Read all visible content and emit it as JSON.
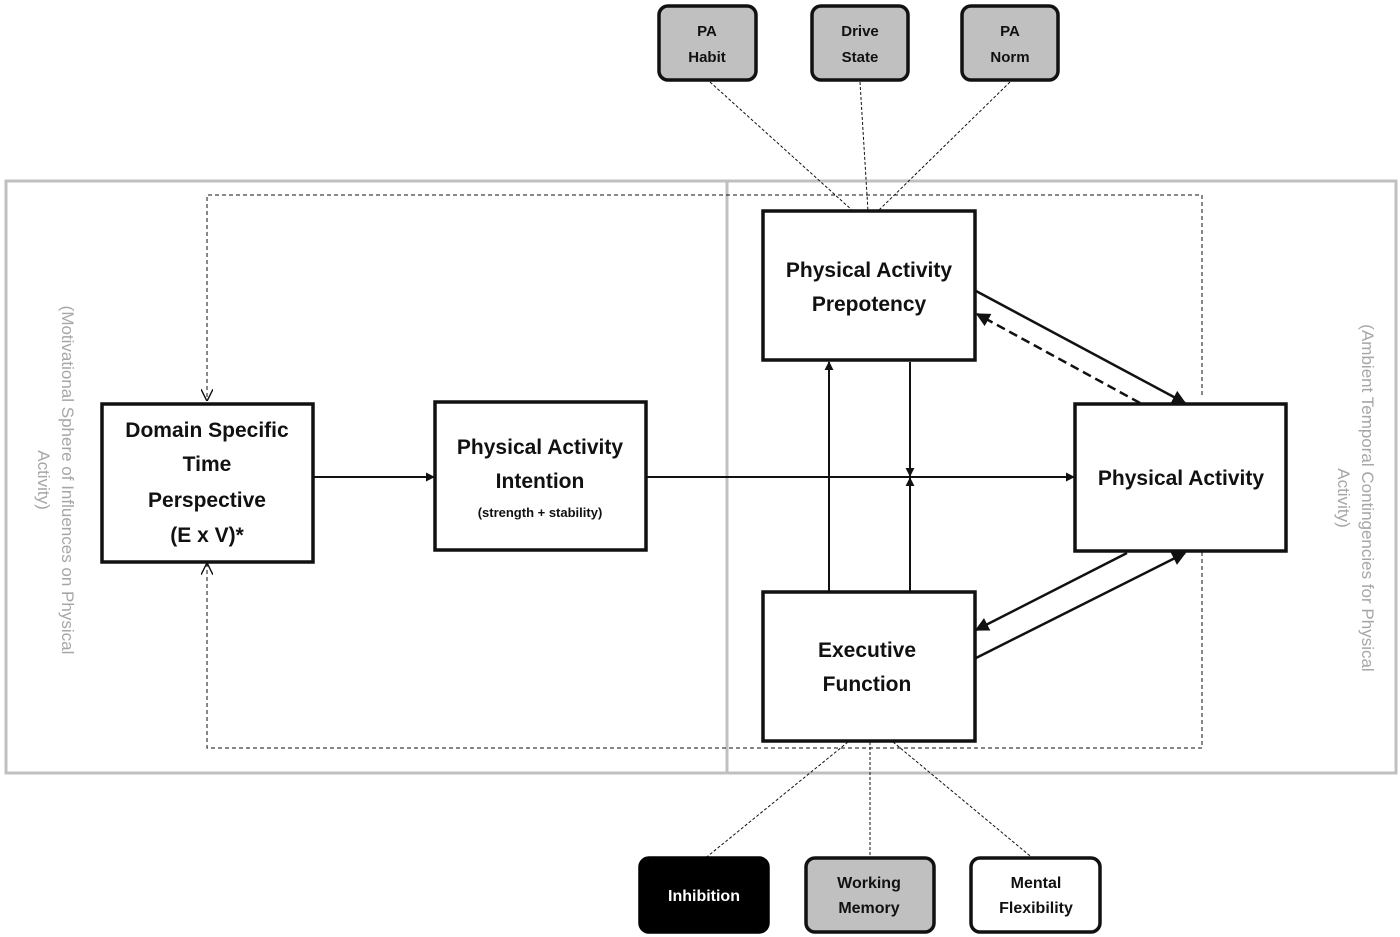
{
  "colors": {
    "ink": "#111111",
    "frame": "#c0c0c0",
    "side_text": "#a6a6a6",
    "grey_fill": "#c0c0c0",
    "black_fill": "#000000",
    "white_fill": "#ffffff"
  },
  "left_sphere_label": [
    "(Motivational Sphere of Influences on Physical",
    "Activity)"
  ],
  "right_sphere_label": [
    "(Ambient Temporal Contingencies for Physical",
    "Activity)"
  ],
  "boxes": {
    "time_perspective": {
      "lines": [
        "Domain Specific",
        "Time",
        "Perspective",
        "(E x V)*"
      ]
    },
    "intention": {
      "lines": [
        "Physical Activity",
        "Intention"
      ],
      "sub": "(strength + stability)"
    },
    "prepotency": {
      "lines": [
        "Physical Activity",
        "Prepotency"
      ]
    },
    "physical_activity": {
      "lines": [
        "Physical Activity"
      ]
    },
    "executive_function": {
      "lines": [
        "Executive",
        "Function"
      ]
    }
  },
  "top_factors": [
    {
      "lines": [
        "PA",
        "Habit"
      ],
      "fill": "grey"
    },
    {
      "lines": [
        "Drive",
        "State"
      ],
      "fill": "grey"
    },
    {
      "lines": [
        "PA",
        "Norm"
      ],
      "fill": "grey"
    }
  ],
  "bottom_factors": [
    {
      "lines": [
        "Inhibition"
      ],
      "fill": "black"
    },
    {
      "lines": [
        "Working",
        "Memory"
      ],
      "fill": "grey"
    },
    {
      "lines": [
        "Mental",
        "Flexibility"
      ],
      "fill": "white"
    }
  ]
}
